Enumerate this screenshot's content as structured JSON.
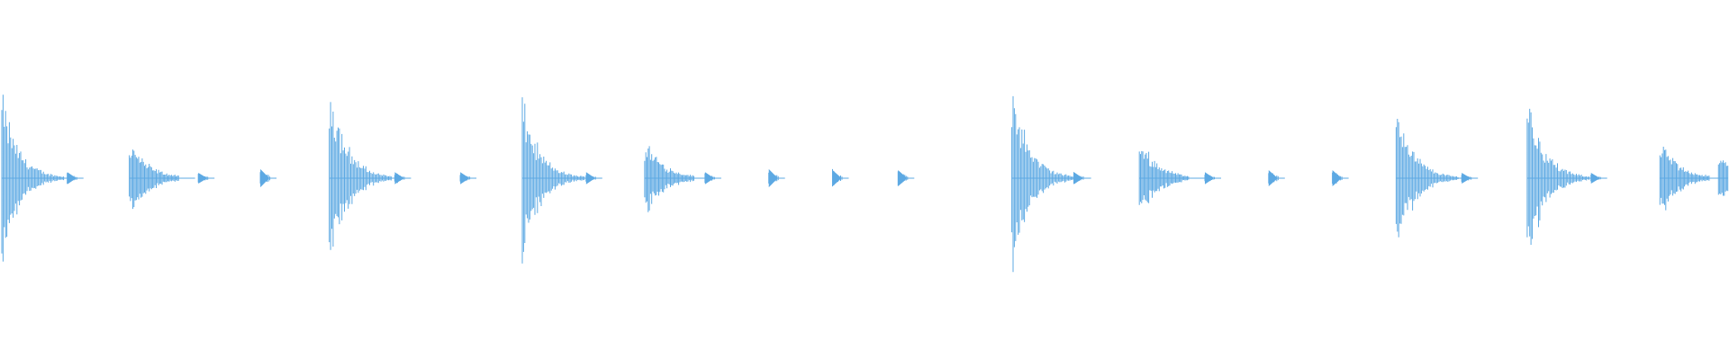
{
  "waveform": {
    "color": "#5DA9E3",
    "background": "#ffffff",
    "hits": [
      {
        "t": 0.0,
        "amp": 0.85,
        "kind": "kick"
      },
      {
        "t": 0.038,
        "amp": 0.06,
        "kind": "tick"
      },
      {
        "t": 0.074,
        "amp": 0.4,
        "kind": "snare"
      },
      {
        "t": 0.114,
        "amp": 0.05,
        "kind": "tick"
      },
      {
        "t": 0.15,
        "amp": 0.09,
        "kind": "tick"
      },
      {
        "t": 0.19,
        "amp": 1.0,
        "kind": "kick"
      },
      {
        "t": 0.228,
        "amp": 0.06,
        "kind": "tick"
      },
      {
        "t": 0.266,
        "amp": 0.06,
        "kind": "tick"
      },
      {
        "t": 0.302,
        "amp": 0.8,
        "kind": "kick"
      },
      {
        "t": 0.339,
        "amp": 0.06,
        "kind": "tick"
      },
      {
        "t": 0.373,
        "amp": 0.42,
        "kind": "snare"
      },
      {
        "t": 0.408,
        "amp": 0.06,
        "kind": "tick"
      },
      {
        "t": 0.445,
        "amp": 0.09,
        "kind": "tick"
      },
      {
        "t": 0.482,
        "amp": 0.08,
        "kind": "tick"
      },
      {
        "t": 0.52,
        "amp": 0.08,
        "kind": "tick"
      },
      {
        "t": 0.586,
        "amp": 0.98,
        "kind": "kick"
      },
      {
        "t": 0.622,
        "amp": 0.06,
        "kind": "tick"
      },
      {
        "t": 0.66,
        "amp": 0.42,
        "kind": "snare"
      },
      {
        "t": 0.698,
        "amp": 0.06,
        "kind": "tick"
      },
      {
        "t": 0.735,
        "amp": 0.08,
        "kind": "tick"
      },
      {
        "t": 0.772,
        "amp": 0.08,
        "kind": "tick"
      },
      {
        "t": 0.809,
        "amp": 0.8,
        "kind": "kick"
      },
      {
        "t": 0.847,
        "amp": 0.05,
        "kind": "tick"
      },
      {
        "t": 0.885,
        "amp": 0.88,
        "kind": "kick"
      },
      {
        "t": 0.922,
        "amp": 0.05,
        "kind": "tick"
      },
      {
        "t": 0.962,
        "amp": 0.4,
        "kind": "snare"
      },
      {
        "t": 0.996,
        "amp": 0.25,
        "kind": "snare"
      }
    ]
  }
}
